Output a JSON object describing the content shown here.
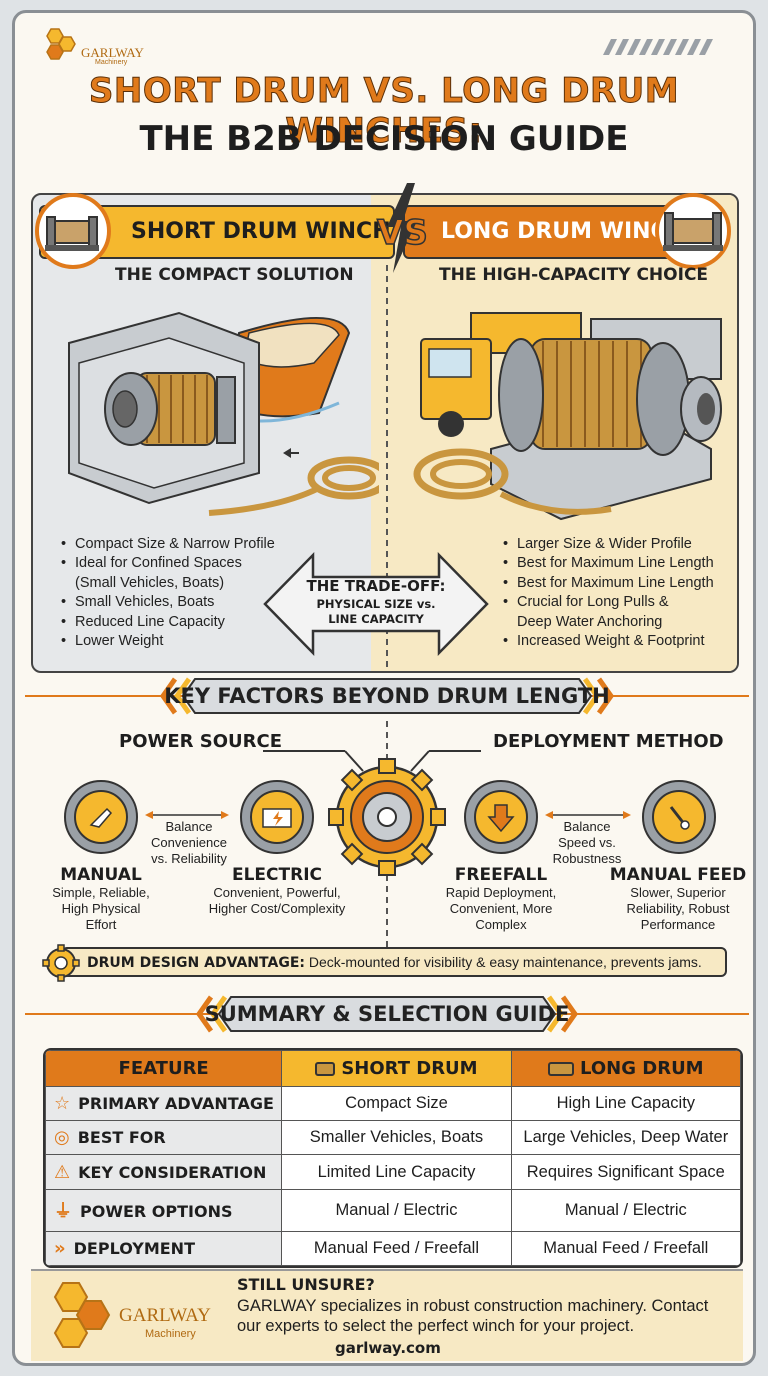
{
  "brand": {
    "name": "GARLWAY",
    "sub": "Machinery"
  },
  "header": {
    "title_line1": "SHORT DRUM VS. LONG DRUM WINCHES:",
    "title_line2": "THE B2B DECISION GUIDE"
  },
  "comparison": {
    "vs": "VS",
    "short": {
      "title": "SHORT DRUM WINCH",
      "subtitle": "THE COMPACT SOLUTION",
      "bullets": [
        "Compact Size & Narrow Profile",
        "Ideal for Confined Spaces",
        "(Small Vehicles, Boats)",
        "Small Vehicles, Boats",
        "Reduced Line Capacity",
        "Lower Weight"
      ]
    },
    "long": {
      "title": "LONG DRUM WINCH",
      "subtitle": "THE HIGH-CAPACITY CHOICE",
      "bullets": [
        "Larger Size & Wider Profile",
        "Best for Maximum Line Length",
        "Best for Maximum Line Length",
        "Crucial for Long Pulls &",
        "Deep Water Anchoring",
        "Increased Weight & Footprint"
      ]
    },
    "tradeoff": {
      "title": "THE TRADE-OFF:",
      "line1": "PHYSICAL SIZE vs.",
      "line2": "LINE CAPACITY"
    }
  },
  "factors": {
    "banner": "KEY FACTORS BEYOND DRUM LENGTH",
    "power_label": "POWER SOURCE",
    "deploy_label": "DEPLOYMENT METHOD",
    "power_balance": [
      "Balance",
      "Convenience",
      "vs. Reliability"
    ],
    "deploy_balance": [
      "Balance",
      "Speed vs.",
      "Robustness"
    ],
    "items": [
      {
        "name": "MANUAL",
        "desc": [
          "Simple, Reliable,",
          "High Physical",
          "Effort"
        ]
      },
      {
        "name": "ELECTRIC",
        "desc": [
          "Convenient, Powerful,",
          "Higher Cost/Complexity"
        ]
      },
      {
        "name": "FREEFALL",
        "desc": [
          "Rapid Deployment,",
          "Convenient, More",
          "Complex"
        ]
      },
      {
        "name": "MANUAL FEED",
        "desc": [
          "Slower, Superior",
          "Reliability, Robust",
          "Performance"
        ]
      }
    ],
    "advantage_label": "DRUM DESIGN ADVANTAGE:",
    "advantage_text": "Deck-mounted for visibility & easy maintenance, prevents jams."
  },
  "summary": {
    "banner": "SUMMARY & SELECTION GUIDE",
    "headers": [
      "FEATURE",
      "SHORT DRUM",
      "LONG DRUM"
    ],
    "rows": [
      {
        "icon": "star-icon",
        "feature": "PRIMARY ADVANTAGE",
        "short": "Compact Size",
        "long": "High Line Capacity"
      },
      {
        "icon": "target-icon",
        "feature": "BEST FOR",
        "short": "Smaller Vehicles, Boats",
        "long": "Large Vehicles, Deep Water"
      },
      {
        "icon": "warning-icon",
        "feature": "KEY CONSIDERATION",
        "short": "Limited Line Capacity",
        "long": "Requires Significant Space"
      },
      {
        "icon": "plug-icon",
        "feature": "POWER OPTIONS",
        "short": "Manual / Electric",
        "long": "Manual / Electric"
      },
      {
        "icon": "double-chevron-icon",
        "feature": "DEPLOYMENT",
        "short": "Manual Feed / Freefall",
        "long": "Manual Feed / Freefall"
      }
    ]
  },
  "footer": {
    "heading": "STILL UNSURE?",
    "line1": "GARLWAY specializes in robust construction machinery. Contact",
    "line2": "our experts to select the perfect winch for your project.",
    "url": "garlway.com",
    "logo_name": "GARLWAY",
    "logo_sub": "Machinery"
  },
  "colors": {
    "orange": "#e07a1b",
    "yellow": "#f5b82e",
    "cream": "#f7e9c4",
    "grey": "#e6e8ea"
  }
}
